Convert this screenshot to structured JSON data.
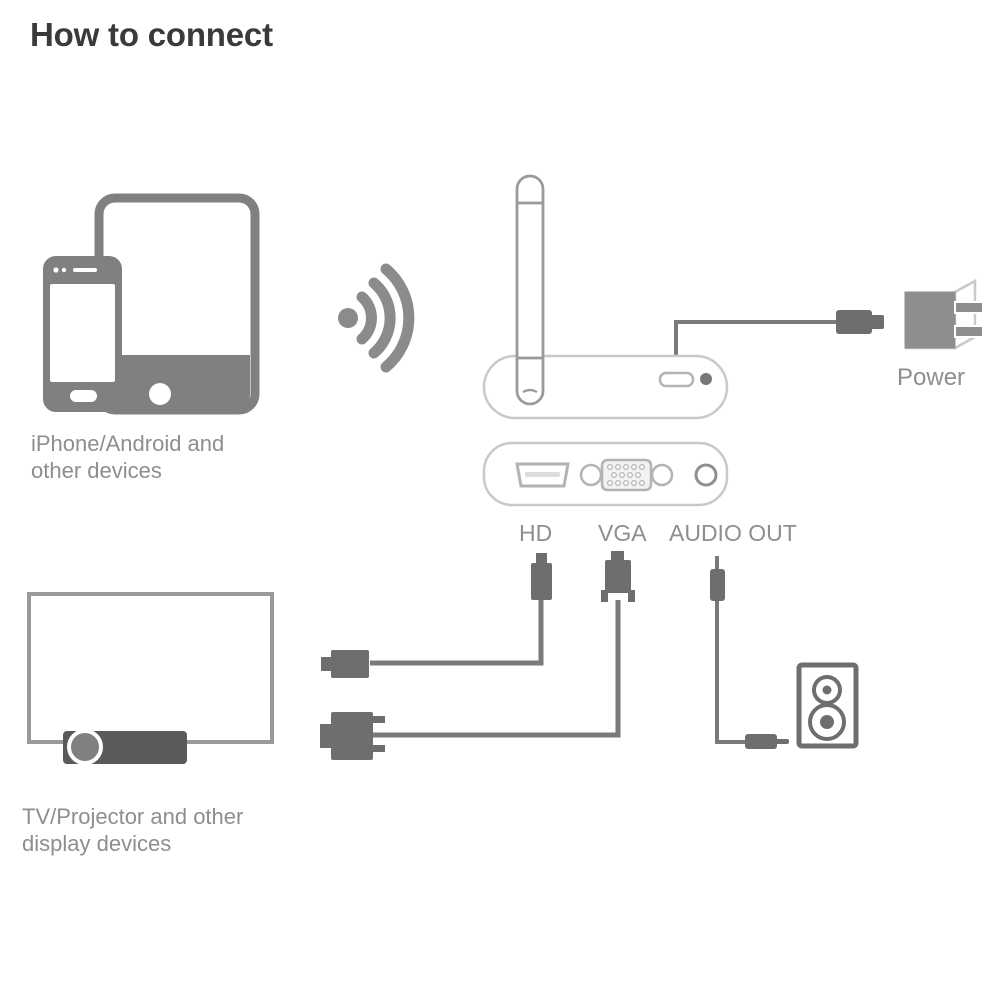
{
  "page": {
    "title": "How to connect",
    "background_color": "#ffffff",
    "title_color": "#3a3a3a"
  },
  "colors": {
    "device_gray": "#808080",
    "outline_gray": "#c9c9c9",
    "cable_gray": "#6e6e6e",
    "connector_gray": "#6e6e6e",
    "text_gray": "#8e8e8e",
    "dark_gray": "#5a5a5a",
    "white": "#ffffff"
  },
  "captions": {
    "mobile_devices": "iPhone/Android and\nother devices",
    "display_devices": "TV/Projector and other\ndisplay devices",
    "power": "Power"
  },
  "port_labels": {
    "hd": "HD",
    "vga": "VGA",
    "audio_out": "AUDIO OUT"
  },
  "diagram": {
    "nodes": [
      {
        "id": "mobile-devices",
        "label": "iPhone/Android and other devices",
        "icon": "phone-tablet-icon"
      },
      {
        "id": "wifi-signal",
        "label": "",
        "icon": "wifi-icon"
      },
      {
        "id": "dongle-top",
        "label": "",
        "icon": "wifi-display-dongle-top-view"
      },
      {
        "id": "dongle-ports",
        "label": "",
        "icon": "wifi-display-dongle-port-panel"
      },
      {
        "id": "power-adapter",
        "label": "Power",
        "icon": "power-adapter-icon"
      },
      {
        "id": "tv-projector",
        "label": "TV/Projector and other display devices",
        "icon": "tv-projector-icon"
      },
      {
        "id": "speaker",
        "label": "",
        "icon": "speaker-icon"
      }
    ],
    "connections": [
      {
        "from": "dongle-top",
        "to": "power-adapter",
        "cable": "micro-usb-power-cable"
      },
      {
        "from": "dongle-ports-hd",
        "to": "tv-projector",
        "cable": "hdmi-cable"
      },
      {
        "from": "dongle-ports-vga",
        "to": "tv-projector",
        "cable": "vga-cable"
      },
      {
        "from": "dongle-ports-audio",
        "to": "speaker",
        "cable": "audio-3.5mm-cable"
      },
      {
        "from": "mobile-devices",
        "to": "dongle-top",
        "cable": "wireless"
      }
    ],
    "ports": [
      {
        "name": "HD",
        "type": "hdmi"
      },
      {
        "name": "VGA",
        "type": "vga-dsub-15"
      },
      {
        "name": "AUDIO OUT",
        "type": "3.5mm-jack"
      },
      {
        "name": "micro-usb",
        "type": "power-input"
      }
    ]
  }
}
